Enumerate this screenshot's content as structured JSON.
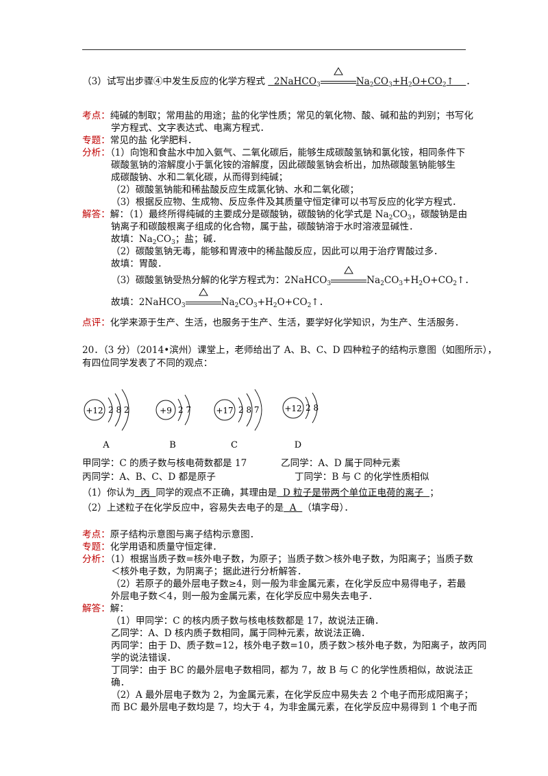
{
  "q19": {
    "part3_prefix": "（3）试写出步骤④中发生反应的化学方程式",
    "eq_left": "2NaHCO",
    "eq_right_na": "Na",
    "eq_right_rest1": "CO",
    "eq_right_rest2": "+H",
    "eq_right_rest3": "O+CO",
    "arrow": "↑",
    "dot": "．",
    "sub2": "2",
    "sub3": "3",
    "kaodian_label": "考点：",
    "kaodian_1": "纯碱的制取；常用盐的用途；盐的化学性质；常见的氧化物、酸、碱和盐的判别；书写化",
    "kaodian_2": "学方程式、文字表达式、电离方程式．",
    "zhuanti_label": "专题：",
    "zhuanti": "常见的盐  化学肥料．",
    "fenxi_label": "分析：",
    "fenxi_1": "（1）向饱和食盐水中加入氨气、二氧化碳后，能够生成碳酸氢钠和氯化铵，相同条件下",
    "fenxi_2": "碳酸氢钠的溶解度小于氯化铵的溶解度，因此碳酸氢钠会析出，加热碳酸氢钠能够生",
    "fenxi_3": "成碳酸钠、水和二氧化碳，从而得到纯碱；",
    "fenxi_4": "（2）碳酸氢钠能和稀盐酸反应生成氯化钠、水和二氧化碳；",
    "fenxi_5": "（3）根据反应物、生成物、反应条件及其质量守恒定律可以书写反应的化学方程式．",
    "jieda_label": "解答：",
    "jieda_1a": "解：（1）最终所得纯碱的主要成分是碳酸钠，碳酸钠的化学式是 Na",
    "jieda_1b": "CO",
    "jieda_1c": "，碳酸钠是由",
    "jieda_2": "钠离子和碳酸根离子组成的化合物，属于盐，碳酸钠溶于水时溶液显碱性．",
    "gutian_1a": "故填：Na",
    "gutian_1b": "CO",
    "gutian_1c": "；盐；碱．",
    "jieda_3": "（2）碳酸氢钠无毒，能够和胃液中的稀盐酸反应，因此可以用于治疗胃酸过多．",
    "gutian_2": "故填：胃酸．",
    "jieda_4": "（3）碳酸氢钠受热分解的化学方程式为：",
    "gutian_3": "故填：",
    "dianping_label": "点评：",
    "dianping": "化学来源于生产、生活，也服务于生产、生活，要学好化学知识，为生产、生活服务．"
  },
  "q20": {
    "title_1": "20．（3 分）（2014•滨州）课堂上，老师给出了 A、B、C、D 四种粒子的结构示意图（如图所示），",
    "title_2": "有四位同学发表了不同的观点：",
    "atoms": [
      {
        "letter": "A",
        "nucleus": "+12",
        "shells": "2 8 2"
      },
      {
        "letter": "B",
        "nucleus": "+9",
        "shells": "2 7"
      },
      {
        "letter": "C",
        "nucleus": "+17",
        "shells": "2 8 7"
      },
      {
        "letter": "D",
        "nucleus": "+12",
        "shells": "2 8"
      }
    ],
    "jia": "甲同学：C 的质子数与核电荷数都是 17",
    "yi": "乙同学：A、D 属于同种元素",
    "bing": "丙同学：A、B、C、D 都是原子",
    "ding": "丁同学：B 与 C 的化学性质相似",
    "p1_a": "（1）你认为",
    "p1_ans": "  丙  ",
    "p1_b": "同学的观点不正确，其理由是",
    "p1_reason": "  D 粒子是带两个单位正电荷的离子  ",
    "p1_c": "；",
    "p2_a": "（2）上述粒子在化学反应中，容易失去电子的是",
    "p2_ans": "  A  ",
    "p2_b": "（填字母）．",
    "kaodian_label": "考点：",
    "kaodian": "原子结构示意图与离子结构示意图．",
    "zhuanti_label": "专题：",
    "zhuanti": "化学用语和质量守恒定律．",
    "fenxi_label": "分析：",
    "fenxi_1": "（1）根据当质子数=核外电子数，为原子；当质子数＞核外电子数，为阳离子；当质子数",
    "fenxi_2": "＜核外电子数，为阴离子；据此进行分析解答．",
    "fenxi_3": "（2）若原子的最外层电子数≥4，则一般为非金属元素，在化学反应中易得电子，若最",
    "fenxi_4": "外层电子数＜4，则一般为金属元素，在化学反应中易失去电子．",
    "jieda_label": "解答：",
    "jieda_0": "解：",
    "jieda_1": "（1）甲同学：C 的核内质子数与核电核数都是 17，故说法正确．",
    "jieda_2": "乙同学：A、D 核内质子数相同，属于同种元素，故说法正确．",
    "jieda_3": "丙同学：由于 D、质子数=12，核外电子数=10，质子数＞核外电子数，为阳离子，故丙同",
    "jieda_4": "学的说法错误．",
    "jieda_5": "丁同学：由于 BC 的最外层电子数相同，都为 7，故 B 与 C 的化学性质相似，故说法正",
    "jieda_6": "确．",
    "jieda_7": "（2）A 最外层电子数为 2，为金属元素，在化学反应中易失去 2 个电子而形成阳离子；",
    "jieda_8": "而 BC 最外层电子数均是 7，均大于 4，为非金属元素，在化学反应中易得到 1 个电子而"
  }
}
